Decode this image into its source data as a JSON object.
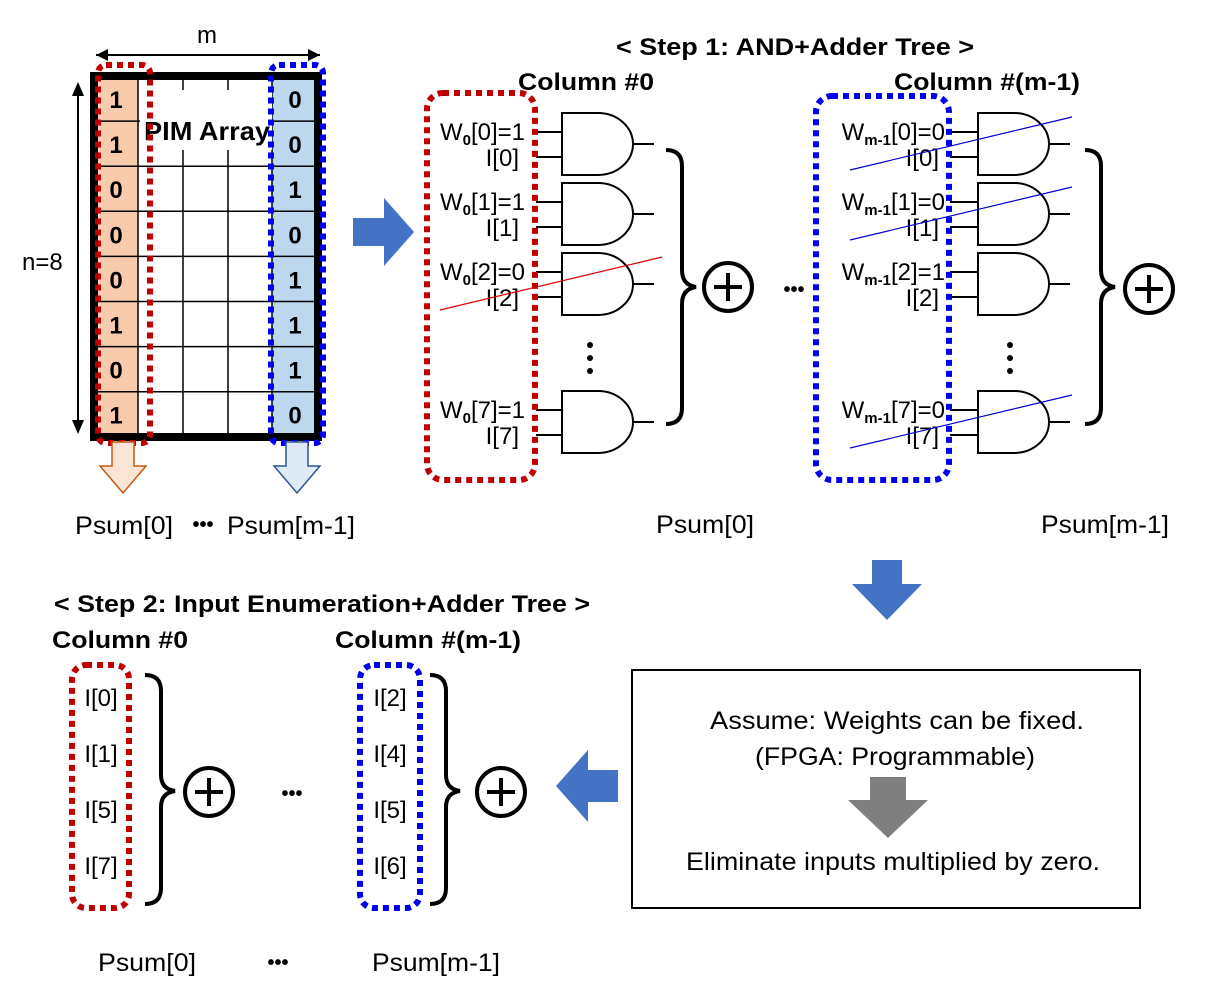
{
  "pim": {
    "m_label": "m",
    "n_label": "n=8",
    "title": "PIM Array",
    "col0_bits": [
      "1",
      "1",
      "0",
      "0",
      "0",
      "1",
      "0",
      "1"
    ],
    "colm_bits": [
      "0",
      "0",
      "1",
      "0",
      "1",
      "1",
      "1",
      "0"
    ],
    "psum0": "Psum[0]",
    "dots": "•••",
    "psum_m": "Psum[m-1]"
  },
  "step1": {
    "title": "< Step 1: AND+Adder Tree >",
    "col0_title": "Column #0",
    "colm_title": "Column #(m-1)",
    "col0_inputs": [
      {
        "w": "W",
        "sub": "0",
        "idx": "[0]=1",
        "i": "I[0]"
      },
      {
        "w": "W",
        "sub": "0",
        "idx": "[1]=1",
        "i": "I[1]"
      },
      {
        "w": "W",
        "sub": "0",
        "idx": "[2]=0",
        "i": "I[2]"
      },
      {
        "w": "W",
        "sub": "0",
        "idx": "[7]=1",
        "i": "I[7]"
      }
    ],
    "colm_inputs": [
      {
        "w": "W",
        "sub": "m-1",
        "idx": "[0]=0",
        "i": "I[0]"
      },
      {
        "w": "W",
        "sub": "m-1",
        "idx": "[1]=0",
        "i": "I[1]"
      },
      {
        "w": "W",
        "sub": "m-1",
        "idx": "[2]=1",
        "i": "I[2]"
      },
      {
        "w": "W",
        "sub": "m-1",
        "idx": "[7]=0",
        "i": "I[7]"
      }
    ],
    "vdots": "•\n•\n•",
    "mid_dots": "•••",
    "plus": "+",
    "psum0": "Psum[0]",
    "psum_m": "Psum[m-1]"
  },
  "assume": {
    "line1": "Assume: Weights can be fixed.",
    "line2": "(FPGA: Programmable)",
    "line3": "Eliminate inputs multiplied by zero."
  },
  "step2": {
    "title": "< Step 2: Input Enumeration+Adder Tree >",
    "col0_title": "Column #0",
    "colm_title": "Column #(m-1)",
    "col0_items": [
      "I[0]",
      "I[1]",
      "I[5]",
      "I[7]"
    ],
    "colm_items": [
      "I[2]",
      "I[4]",
      "I[5]",
      "I[6]"
    ],
    "plus": "+",
    "mid_dots": "•••",
    "psum0": "Psum[0]",
    "dots": "•••",
    "psum_m": "Psum[m-1]"
  },
  "colors": {
    "red": "#c00000",
    "blue": "#0000ee",
    "arrow_blue": "#4472c4",
    "arrow_gray": "#7f7f7f",
    "red_fill": "#f8cbad",
    "blue_fill": "#bdd7ee",
    "red_line": "#e00000",
    "blue_line": "#0000cc"
  }
}
